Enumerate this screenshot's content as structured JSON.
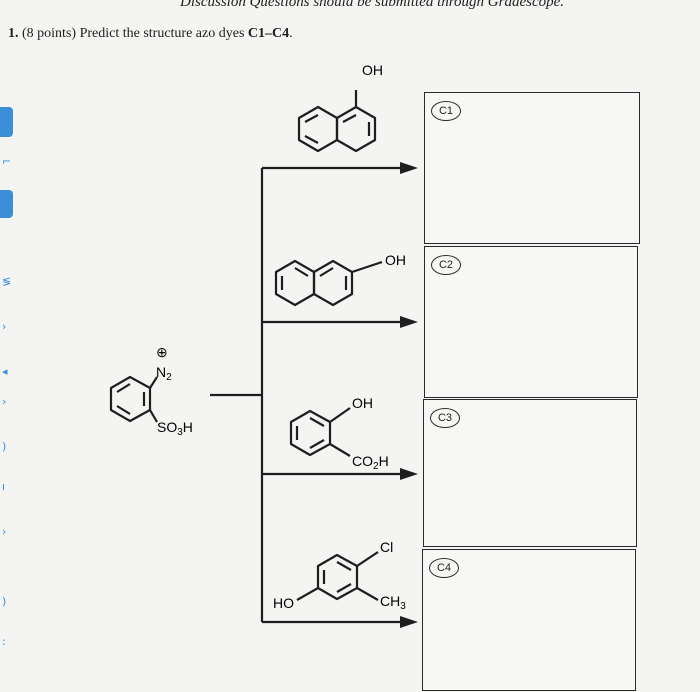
{
  "header": {
    "text": "Discussion Questions should be submitted through Gradescope."
  },
  "question": {
    "number": "1.",
    "points": "(8 points)",
    "text": "Predict the structure azo dyes",
    "range": "C1–C4",
    "end": "."
  },
  "reactant": {
    "diazonium_charge": "⊕",
    "diazonium_label": "N",
    "diazonium_sub": "2",
    "sulfonic_label": "SO",
    "sulfonic_sub": "3",
    "sulfonic_suffix": "H"
  },
  "couplers": [
    {
      "id": "c1",
      "substituent": "OH"
    },
    {
      "id": "c2",
      "substituent": "OH"
    },
    {
      "id": "c3",
      "substituent": "OH",
      "substituent2": "CO",
      "substituent2_sub": "2",
      "substituent2_suffix": "H"
    },
    {
      "id": "c4",
      "substituent": "Cl",
      "substituent2": "CH",
      "substituent2_sub": "3",
      "substituent3": "HO"
    }
  ],
  "answer_boxes": [
    {
      "label": "C1"
    },
    {
      "label": "C2"
    },
    {
      "label": "C3"
    },
    {
      "label": "C4"
    }
  ],
  "colors": {
    "ink": "#1e1e1e",
    "edge_accent": "#3a8fd8",
    "paper": "#f4f4f2"
  }
}
